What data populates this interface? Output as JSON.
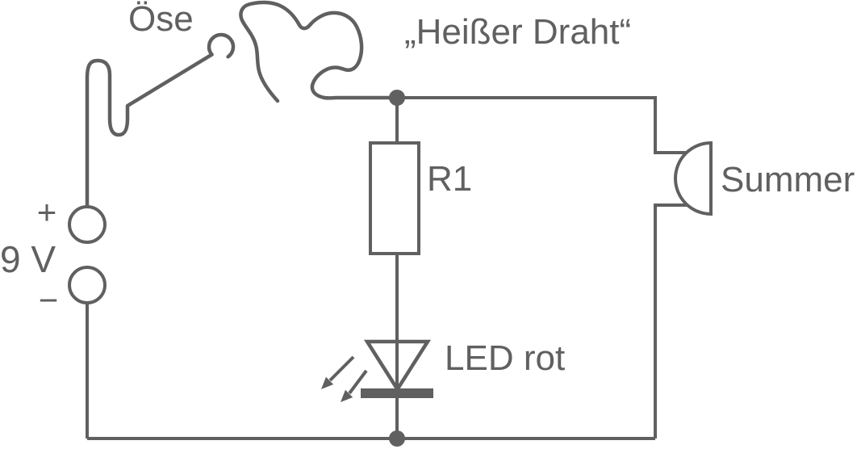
{
  "colors": {
    "line": "#606060",
    "background": "#ffffff"
  },
  "components": {
    "battery": {
      "voltage": "9 V",
      "plus": "+",
      "minus": "−"
    },
    "wand": {
      "label": "Öse"
    },
    "hot_wire": {
      "label": "„Heißer Draht“"
    },
    "resistor": {
      "label": "R1"
    },
    "led": {
      "label": "LED rot"
    },
    "buzzer": {
      "label": "Summer"
    }
  }
}
